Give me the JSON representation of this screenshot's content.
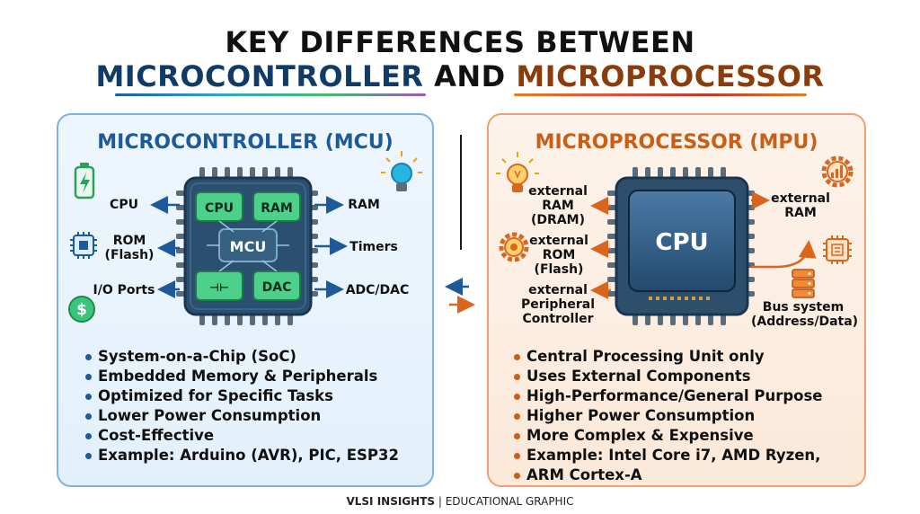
{
  "header": {
    "line1": "KEY DIFFERENCES BETWEEN",
    "mcu_word": "MICROCONTROLLER",
    "and_word": "AND",
    "mpu_word": "MICROPROCESSOR"
  },
  "mcu": {
    "title": "MICROCONTROLLER (MCU)",
    "chip_center": "MCU",
    "blocks": {
      "cpu": "CPU",
      "ram": "RAM",
      "adc": "⊣⊢",
      "dac": "DAC"
    },
    "labels": {
      "cpu": "CPU",
      "rom": "ROM\n(Flash)",
      "io": "I/O Ports",
      "ram": "RAM",
      "timers": "Timers",
      "adcdac": "ADC/DAC"
    },
    "bullets": [
      "System-on-a-Chip (SoC)",
      "Embedded Memory & Peripherals",
      "Optimized for Specific Tasks",
      "Lower Power Consumption",
      "Cost-Effective",
      "Example: Arduino (AVR), PIC, ESP32"
    ],
    "icons": [
      "battery-icon",
      "chip-icon",
      "dollar-icon",
      "lightbulb-icon"
    ]
  },
  "mpu": {
    "title": "MICROPROCESSOR (MPU)",
    "chip_center": "CPU",
    "labels": {
      "ram": "external\nRAM\n(DRAM)",
      "rom": "external\nROM\n(Flash)",
      "periph": "external\nPeripheral\nController",
      "ext_ram": "external\nRAM",
      "bus": "Bus system\n(Address/Data)"
    },
    "bullets": [
      "Central Processing Unit only",
      "Uses External Components",
      "High-Performance/General Purpose",
      "Higher Power Consumption",
      "More Complex & Expensive",
      "Example: Intel Core i7, AMD Ryzen,",
      "ARM Cortex-A"
    ],
    "icons": [
      "lightbulb-icon",
      "gear-icon",
      "gear-chart-icon",
      "chip-icon",
      "server-icon"
    ]
  },
  "footer": {
    "brand": "VLSI INSIGHTS",
    "separator": " | ",
    "tagline": "EDUCATIONAL GRAPHIC"
  },
  "colors": {
    "mcu_accent": "#1e5a99",
    "mpu_accent": "#c95f16",
    "mcu_chip": "#2b4f6e",
    "mpu_chip": "#2e4f6b",
    "mcu_block": "#4cd08a"
  }
}
